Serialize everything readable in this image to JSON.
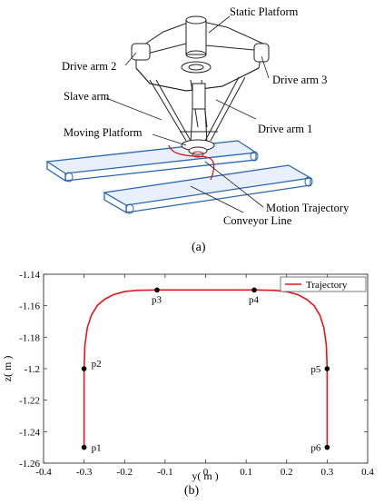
{
  "figure_a": {
    "labels": {
      "static_platform": "Static Platform",
      "drive_arm_2": "Drive arm 2",
      "drive_arm_3": "Drive arm 3",
      "slave_arm": "Slave arm",
      "drive_arm_1": "Drive arm 1",
      "moving_platform": "Moving Platform",
      "motion_trajectory": "Motion Trajectory",
      "conveyor_line": "Conveyor Line"
    },
    "caption": "(a)"
  },
  "figure_b": {
    "caption": "(b)",
    "chart_data": {
      "type": "line",
      "xlabel": "y( m )",
      "ylabel": "z( m )",
      "xlim": [
        -0.4,
        0.4
      ],
      "ylim": [
        -1.26,
        -1.14
      ],
      "xticks": [
        -0.4,
        -0.3,
        -0.2,
        -0.1,
        0,
        0.1,
        0.2,
        0.3,
        0.4
      ],
      "yticks": [
        -1.14,
        -1.16,
        -1.18,
        -1.2,
        -1.22,
        -1.24,
        -1.26
      ],
      "xtick_labels": [
        "-0.4",
        "-0.3",
        "-0.2",
        "-0.1",
        "0",
        "0.1",
        "0.2",
        "0.3",
        "0.4"
      ],
      "ytick_labels": [
        "-1.14",
        "-1.16",
        "-1.18",
        "-1.2",
        "-1.22",
        "-1.24",
        "-1.26"
      ],
      "grid": false,
      "legend": {
        "placement": "top-right",
        "entries": [
          "Trajectory"
        ]
      },
      "series": [
        {
          "name": "Trajectory",
          "color": "#e8131b",
          "x": [
            -0.3,
            -0.3,
            -0.298,
            -0.292,
            -0.282,
            -0.268,
            -0.25,
            -0.228,
            -0.2,
            -0.17,
            -0.12,
            -0.06,
            0,
            0.06,
            0.12,
            0.17,
            0.2,
            0.228,
            0.25,
            0.268,
            0.282,
            0.292,
            0.298,
            0.3,
            0.3
          ],
          "y": [
            -1.25,
            -1.2,
            -1.185,
            -1.174,
            -1.166,
            -1.16,
            -1.156,
            -1.153,
            -1.151,
            -1.1502,
            -1.15,
            -1.15,
            -1.15,
            -1.15,
            -1.15,
            -1.1502,
            -1.151,
            -1.153,
            -1.156,
            -1.16,
            -1.166,
            -1.174,
            -1.185,
            -1.2,
            -1.25
          ]
        }
      ],
      "points": [
        {
          "label": "p1",
          "x": -0.3,
          "y": -1.25
        },
        {
          "label": "p2",
          "x": -0.3,
          "y": -1.2
        },
        {
          "label": "p3",
          "x": -0.12,
          "y": -1.15
        },
        {
          "label": "p4",
          "x": 0.12,
          "y": -1.15
        },
        {
          "label": "p5",
          "x": 0.3,
          "y": -1.2
        },
        {
          "label": "p6",
          "x": 0.3,
          "y": -1.25
        }
      ]
    }
  }
}
